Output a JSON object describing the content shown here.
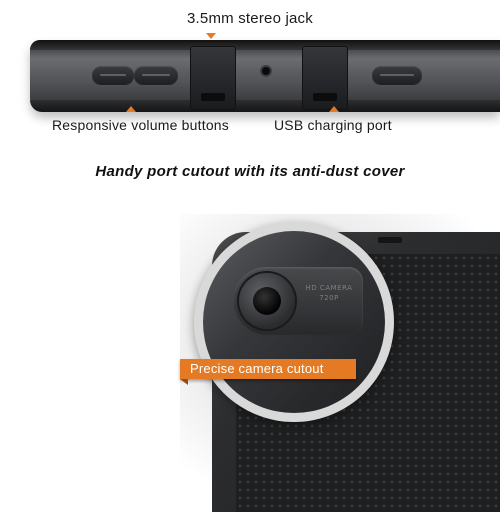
{
  "top_label": "3.5mm stereo jack",
  "left_label": "Responsive volume buttons",
  "right_label": "USB charging port",
  "headline": "Handy port cutout with its anti-dust cover",
  "camera_callout": "Precise camera cutout",
  "camera_marking": "HD CAMERA 720P",
  "colors": {
    "accent": "#e47a23",
    "device": "#2c2d2f"
  },
  "icons": [
    "triangle-down-icon",
    "triangle-up-icon"
  ]
}
